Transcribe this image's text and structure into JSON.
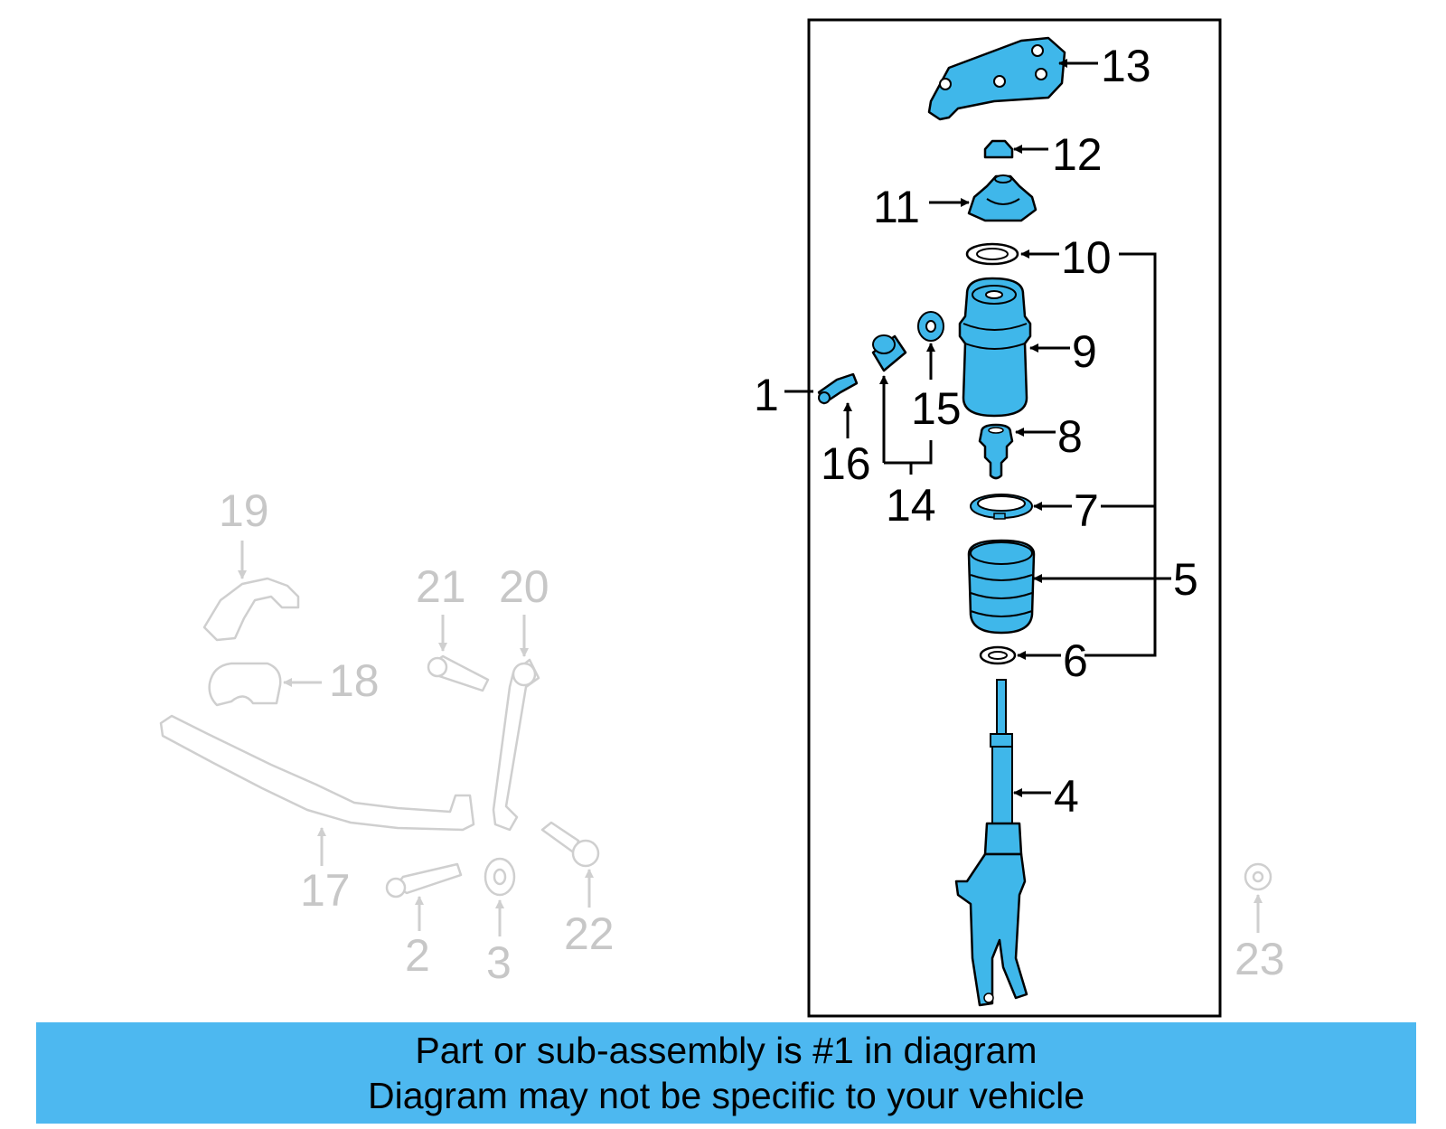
{
  "colors": {
    "highlight": "#3fb7ea",
    "banner": "#4db8f0",
    "ghost": "#cfcfcf"
  },
  "banner": {
    "line1": "Part or sub-assembly is #1 in diagram",
    "line2": "Diagram may not be specific to your vehicle"
  },
  "callouts": {
    "c1": "1",
    "c2": "2",
    "c3": "3",
    "c4": "4",
    "c5": "5",
    "c6": "6",
    "c7": "7",
    "c8": "8",
    "c9": "9",
    "c10": "10",
    "c11": "11",
    "c12": "12",
    "c13": "13",
    "c14": "14",
    "c15": "15",
    "c16": "16",
    "c17": "17",
    "c18": "18",
    "c19": "19",
    "c20": "20",
    "c21": "21",
    "c22": "22",
    "c23": "23"
  }
}
